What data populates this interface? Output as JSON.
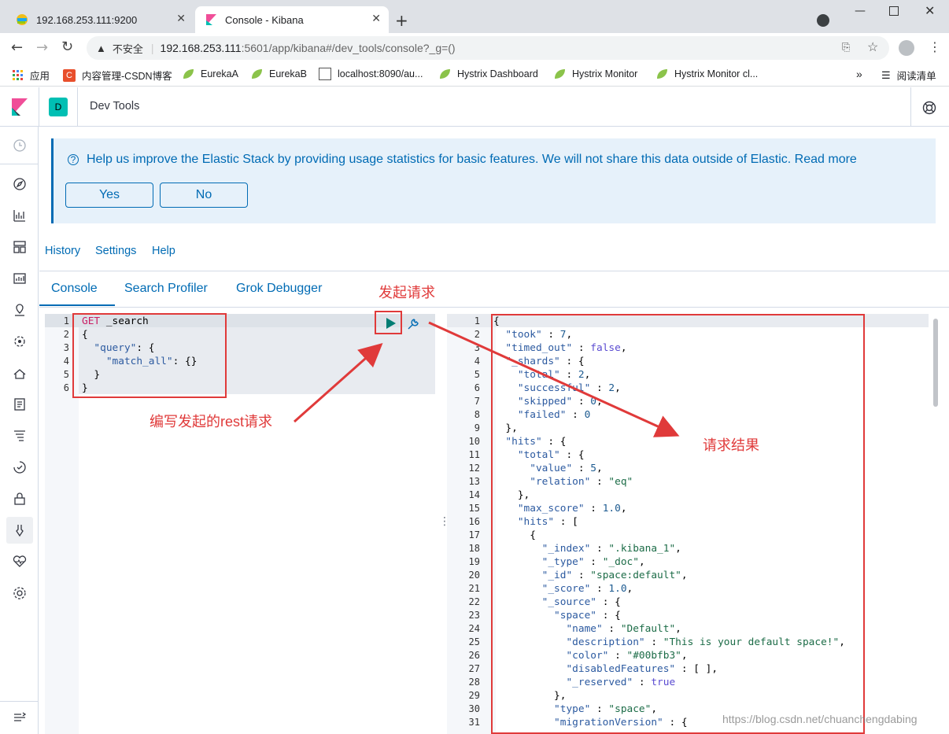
{
  "browser": {
    "tabs": [
      {
        "title": "192.168.253.111:9200"
      },
      {
        "title": "Console - Kibana"
      }
    ],
    "security": "不安全",
    "url_host": "192.168.253.111",
    "url_rest": ":5601/app/kibana#/dev_tools/console?_g=()",
    "bookmarks": [
      "应用",
      "内容管理-CSDN博客",
      "EurekaA",
      "EurekaB",
      "localhost:8090/au...",
      "Hystrix Dashboard",
      "Hystrix Monitor",
      "Hystrix Monitor cl..."
    ],
    "more": "»",
    "reading_list": "阅读清单"
  },
  "kibana": {
    "space_initial": "D",
    "breadcrumb": "Dev Tools",
    "callout_text": "Help us improve the Elastic Stack by providing usage statistics for basic features. We will not share this data outside of Elastic. Read more",
    "yes": "Yes",
    "no": "No",
    "links": [
      "History",
      "Settings",
      "Help"
    ],
    "tabs": [
      "Console",
      "Search Profiler",
      "Grok Debugger"
    ]
  },
  "annotations": {
    "send": "发起请求",
    "write": "编写发起的rest请求",
    "result": "请求结果"
  },
  "watermark": "https://blog.csdn.net/chuanchengdabing",
  "colors": {
    "accent": "#006bb4",
    "annotation": "#e03a3a",
    "run": "#017d73"
  },
  "icons": [
    "clock-icon",
    "compass-icon",
    "visualize-icon",
    "dashboard-icon",
    "canvas-icon",
    "maps-icon",
    "ml-icon",
    "infra-icon",
    "logs-icon",
    "apm-icon",
    "uptime-icon",
    "security-icon",
    "devtools-icon",
    "monitoring-icon",
    "management-icon",
    "collapse-icon"
  ]
}
